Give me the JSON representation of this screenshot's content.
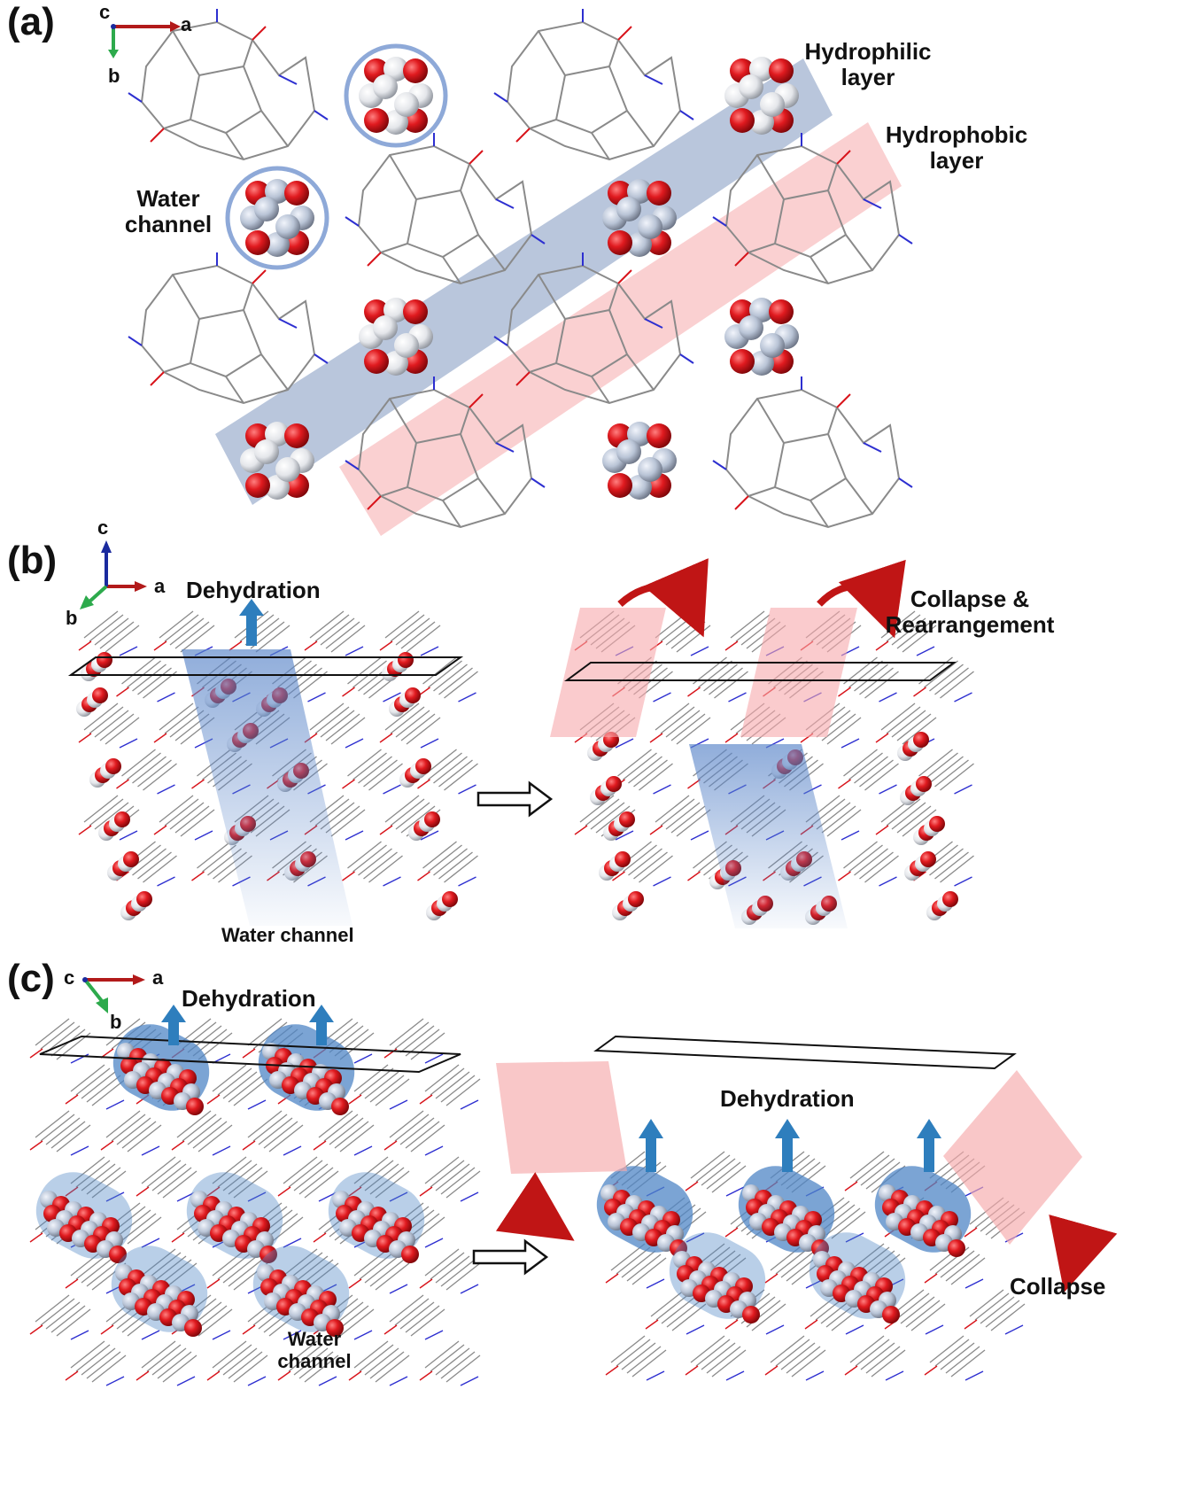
{
  "panels": {
    "a": {
      "label": "(a)",
      "axes": {
        "c": "c",
        "a": "a",
        "b": "b"
      },
      "hydrophilic": "Hydrophilic\nlayer",
      "hydrophobic": "Hydrophobic\nlayer",
      "water_channel": "Water\nchannel"
    },
    "b": {
      "label": "(b)",
      "axes": {
        "c": "c",
        "a": "a",
        "b": "b"
      },
      "dehydration": "Dehydration",
      "collapse": "Collapse &\nRearrangement",
      "water_channel": "Water channel"
    },
    "c": {
      "label": "(c)",
      "axes": {
        "c": "c",
        "a": "a",
        "b": "b"
      },
      "dehydration_left": "Dehydration",
      "dehydration_right": "Dehydration",
      "water_channel": "Water\nchannel",
      "collapse": "Collapse"
    }
  },
  "colors": {
    "hydrophilic_band": "#7f98bf",
    "hydrophobic_band": "#f6a9ab",
    "channel_ring": "#8ea9d8",
    "oxygen": "#d8141b",
    "hydrogen": "#f2f2f2",
    "framework": "#8a8a8a",
    "nitrogen": "#2d2fd0",
    "arrow_blue": "#2e7ebd",
    "arrow_red": "#c01515",
    "axis_a": "#b21a1a",
    "axis_b": "#2daa4c",
    "axis_c": "#1a2a9e"
  }
}
